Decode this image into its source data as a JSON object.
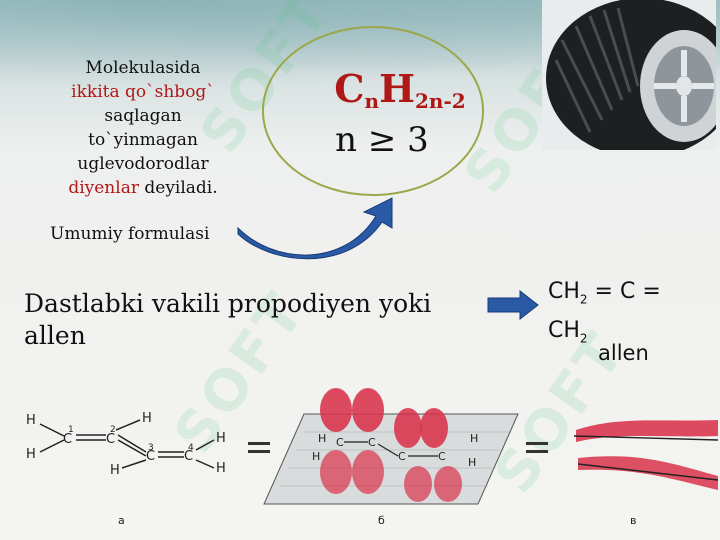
{
  "definition": {
    "line1": "Molekulasida",
    "highlight1": "ikkita qo`shbog`",
    "line3": "saqlagan",
    "line4": "to`yinmagan",
    "line5": "uglevodorodlar",
    "highlight2": "diyenlar",
    "line6_rest": " deyiladi.",
    "general_formula": "Umumiy formulasi"
  },
  "formula": {
    "c": "C",
    "n_sub": "n",
    "h": "H",
    "h_sub": "2n-2",
    "condition": "n ≥ 3"
  },
  "first_member": {
    "text": "Dastlabki vakili propodiyen yoki allen",
    "allen_formula_line1": "CH",
    "sub1": "2",
    "allen_formula_mid": " = C =",
    "allen_formula_line2": "CH",
    "sub2": "2",
    "name": "allen"
  },
  "diagram": {
    "atom_H": "H",
    "atom_C": "C",
    "num1": "1",
    "num2": "2",
    "num3": "3",
    "num4": "4",
    "label_a": "a",
    "label_b": "б",
    "label_c": "в",
    "equals": "="
  },
  "watermark": "SOFT",
  "colors": {
    "accent_red": "#b01818",
    "ellipse": "#9aa84a",
    "arrow_blue": "#2a5aa5",
    "orbital": "#d8324a"
  }
}
